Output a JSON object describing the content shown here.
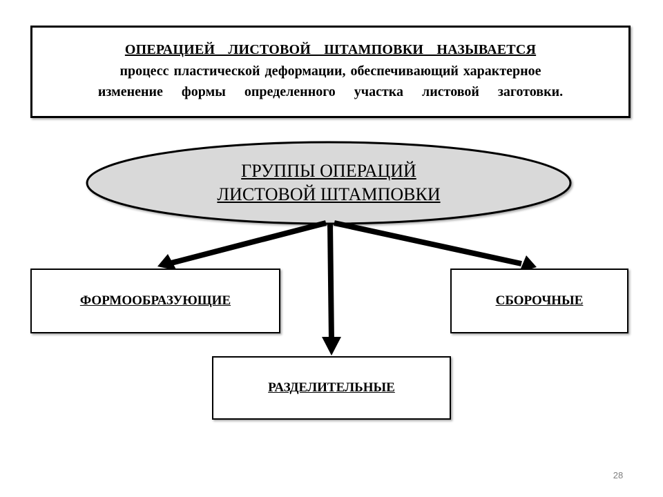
{
  "definition": {
    "title": "ОПЕРАЦИЕЙ ЛИСТОВОЙ ШТАМПОВКИ НАЗЫВАЕТСЯ",
    "line1": "процесс пластической деформации, обеспечивающий характерное",
    "line2": "изменение формы определенного участка листовой заготовки."
  },
  "central": {
    "line1": "ГРУППЫ ОПЕРАЦИЙ",
    "line2": "ЛИСТОВОЙ ШТАМПОВКИ",
    "fill_color": "#d9d9d9"
  },
  "groups": {
    "left": "ФОРМООБРАЗУЮЩИЕ",
    "right": "СБОРОЧНЫЕ",
    "bottom": "РАЗДЕЛИТЕЛЬНЫЕ"
  },
  "page_number": "28"
}
